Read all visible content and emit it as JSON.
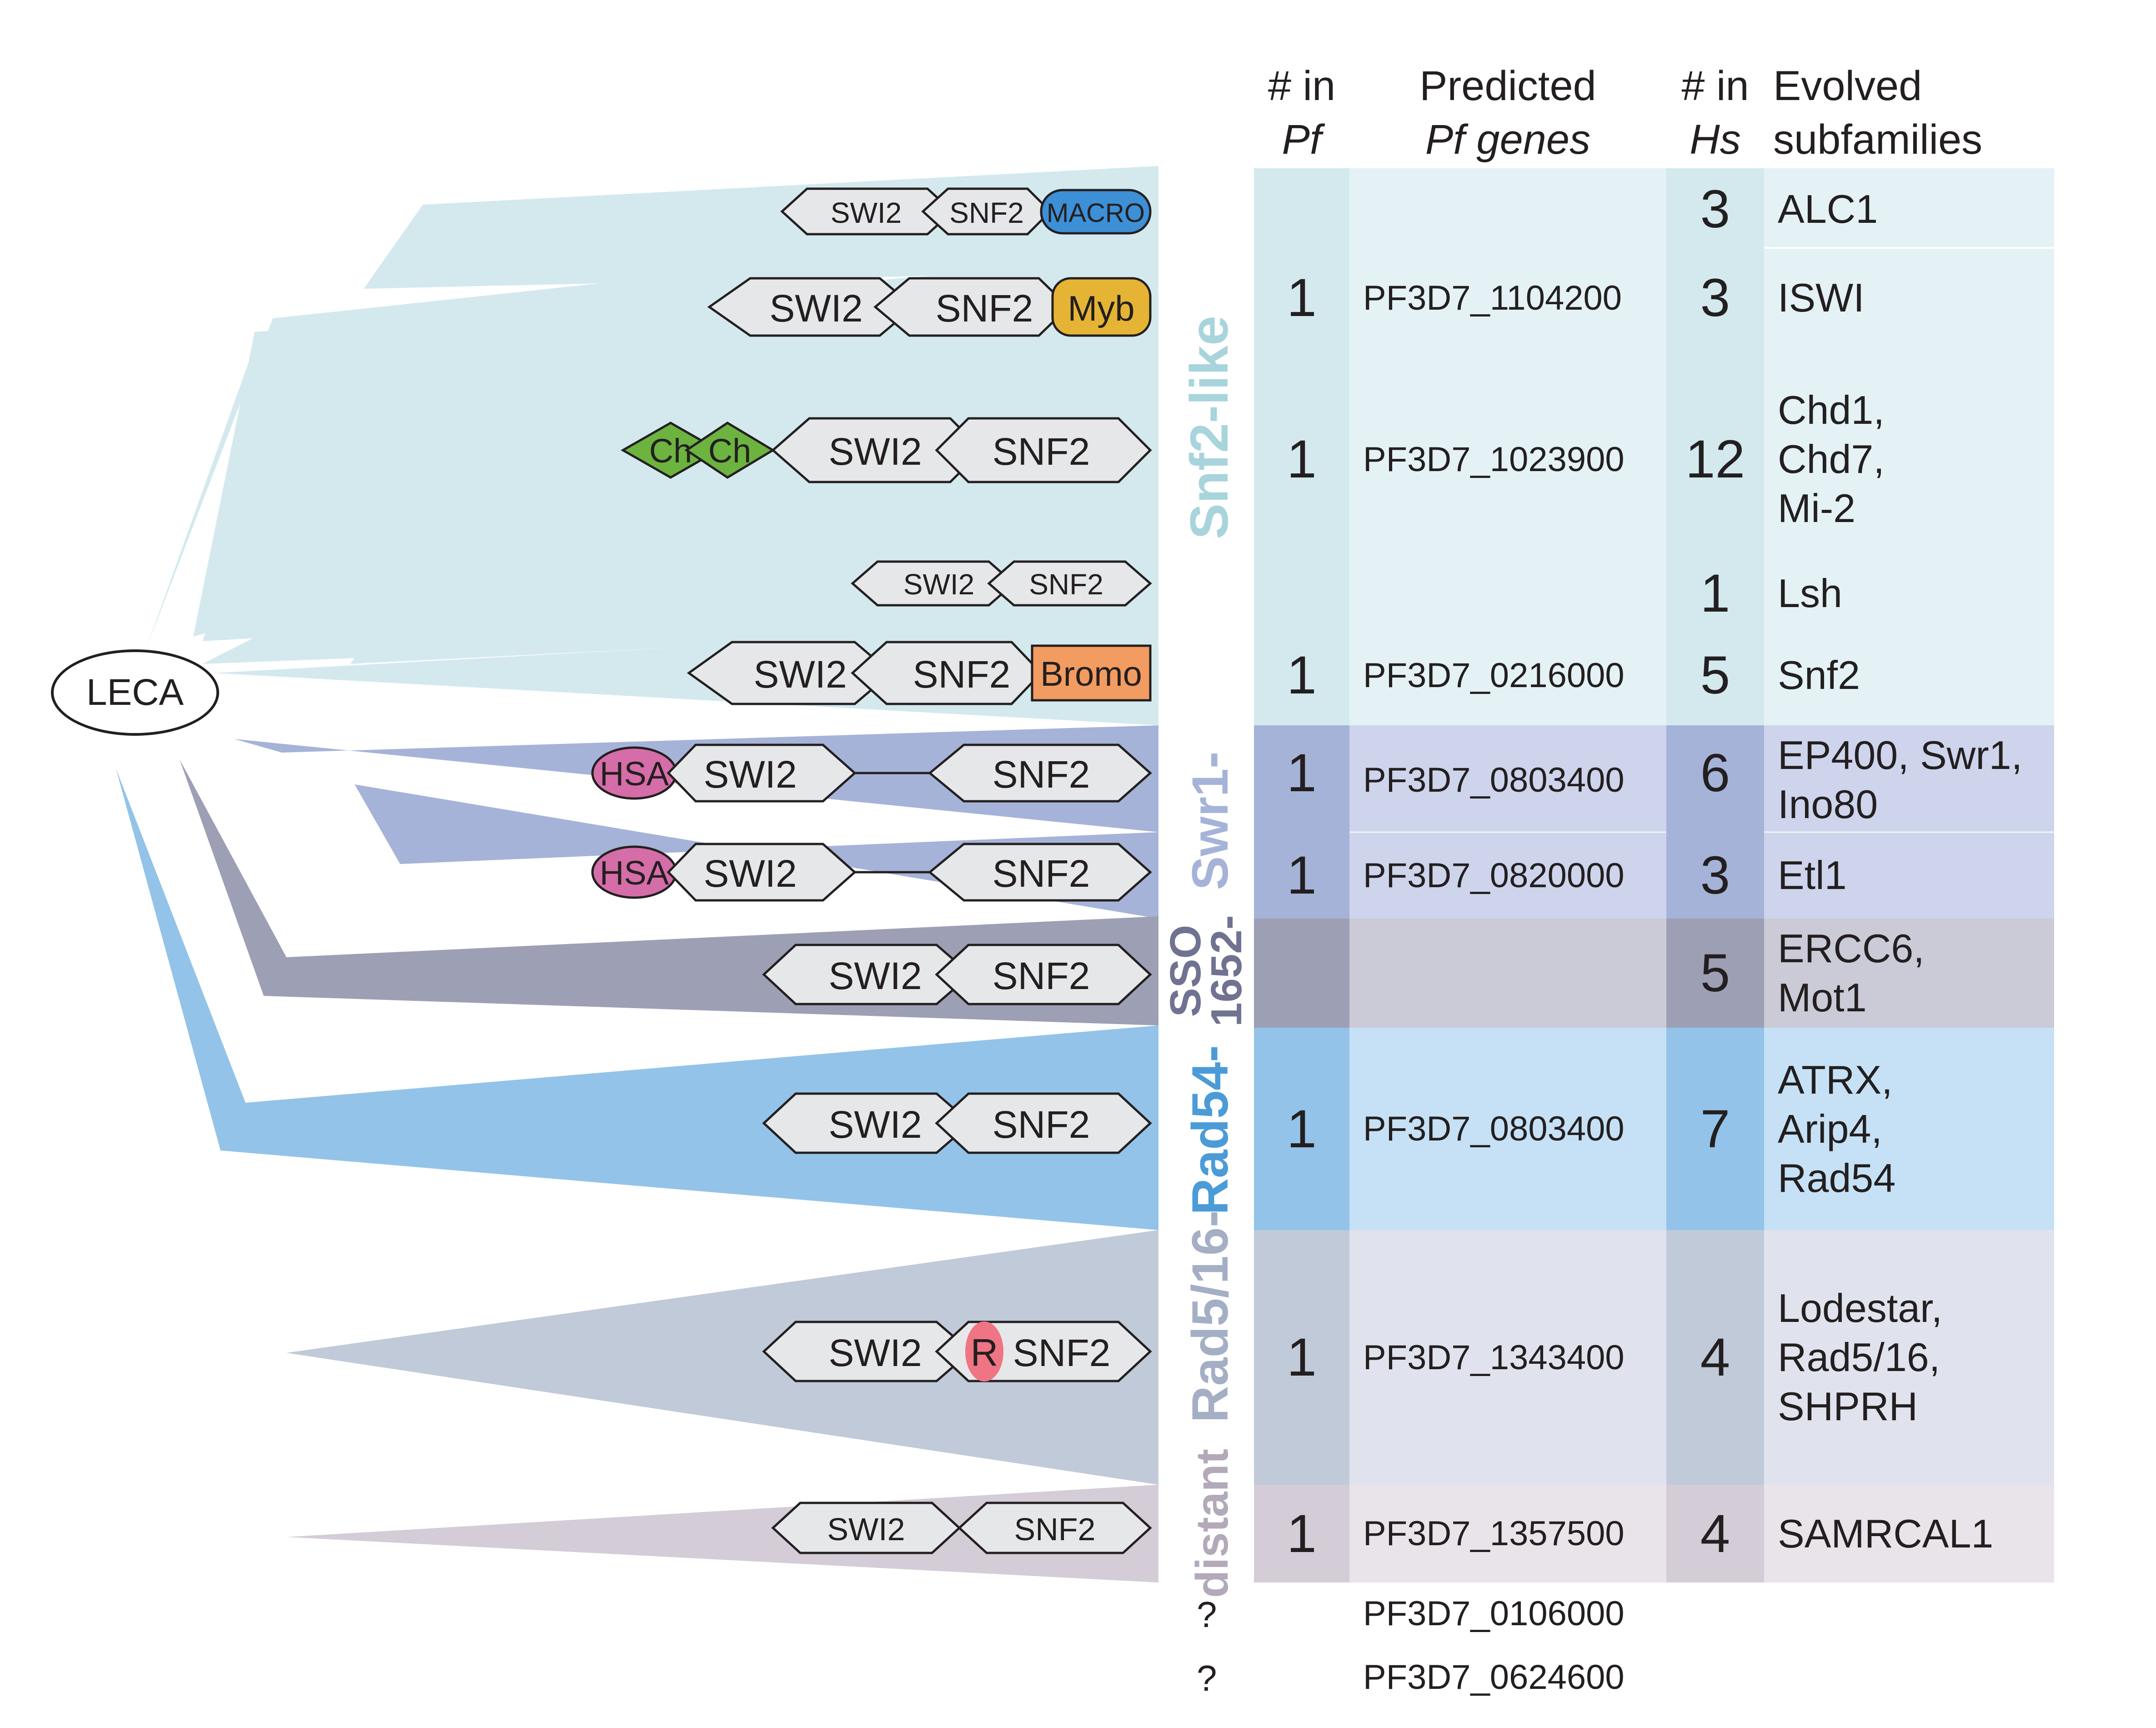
{
  "root": {
    "label": "LECA"
  },
  "headers": {
    "pf_count": [
      "# in",
      "Pf"
    ],
    "pf_genes": [
      "Predicted",
      "Pf genes"
    ],
    "hs_count": [
      "# in",
      "Hs"
    ],
    "subfamilies": [
      "Evolved",
      "subfamilies"
    ]
  },
  "family_labels": [
    "Snf2-like",
    "Swr1-",
    "SSO",
    "1652-",
    "Rad54-",
    "Rad5/16-",
    "distant"
  ],
  "domain_labels": [
    "SWI2",
    "SNF2",
    "MACRO",
    "Myb",
    "Ch",
    "Bromo",
    "HSA",
    "R"
  ],
  "colors": {
    "snf2_like": "#d3e9ee",
    "swr1": "#a6b3d8",
    "sso1652": "#9d9fb5",
    "rad54": "#93c3e8",
    "rad5_16": "#c1cad9",
    "distant": "#d4ccd7",
    "macro": "#3d8fd6",
    "myb": "#e5b434",
    "chromo": "#6db33f",
    "bromo": "#f29c61",
    "hsa": "#d56da8",
    "r_domain": "#ef7584",
    "domain_fill": "#e6e7e8"
  },
  "rows": [
    {
      "pf": "1",
      "gene": "PF3D7_1104200",
      "hs": [
        "3",
        "3"
      ],
      "subfamilies": [
        "ALC1",
        "ISWI"
      ]
    },
    {
      "pf": "1",
      "gene": "PF3D7_1023900",
      "hs": [
        "12"
      ],
      "subfamilies": [
        "Chd1,\nChd7,\nMi-2"
      ]
    },
    {
      "pf": "",
      "gene": "",
      "hs": [
        "1"
      ],
      "subfamilies": [
        "Lsh"
      ]
    },
    {
      "pf": "1",
      "gene": "PF3D7_0216000",
      "hs": [
        "5"
      ],
      "subfamilies": [
        "Snf2"
      ]
    },
    {
      "pf": "1",
      "gene": "PF3D7_0803400",
      "hs": [
        "6"
      ],
      "subfamilies": [
        "EP400, Swr1,\nIno80"
      ]
    },
    {
      "pf": "1",
      "gene": "PF3D7_0820000",
      "hs": [
        "3"
      ],
      "subfamilies": [
        "Etl1"
      ]
    },
    {
      "pf": "",
      "gene": "",
      "hs": [
        "5"
      ],
      "subfamilies": [
        "ERCC6,\nMot1"
      ]
    },
    {
      "pf": "1",
      "gene": "PF3D7_0803400",
      "hs": [
        "7"
      ],
      "subfamilies": [
        "ATRX,\nArip4,\nRad54"
      ]
    },
    {
      "pf": "1",
      "gene": "PF3D7_1343400",
      "hs": [
        "4"
      ],
      "subfamilies": [
        "Lodestar,\nRad5/16,\nSHPRH"
      ]
    },
    {
      "pf": "1",
      "gene": "PF3D7_1357500",
      "hs": [
        "4"
      ],
      "subfamilies": [
        "SAMRCAL1"
      ]
    }
  ],
  "unassigned": [
    {
      "mark": "?",
      "gene": "PF3D7_0106000"
    },
    {
      "mark": "?",
      "gene": "PF3D7_0624600"
    }
  ]
}
